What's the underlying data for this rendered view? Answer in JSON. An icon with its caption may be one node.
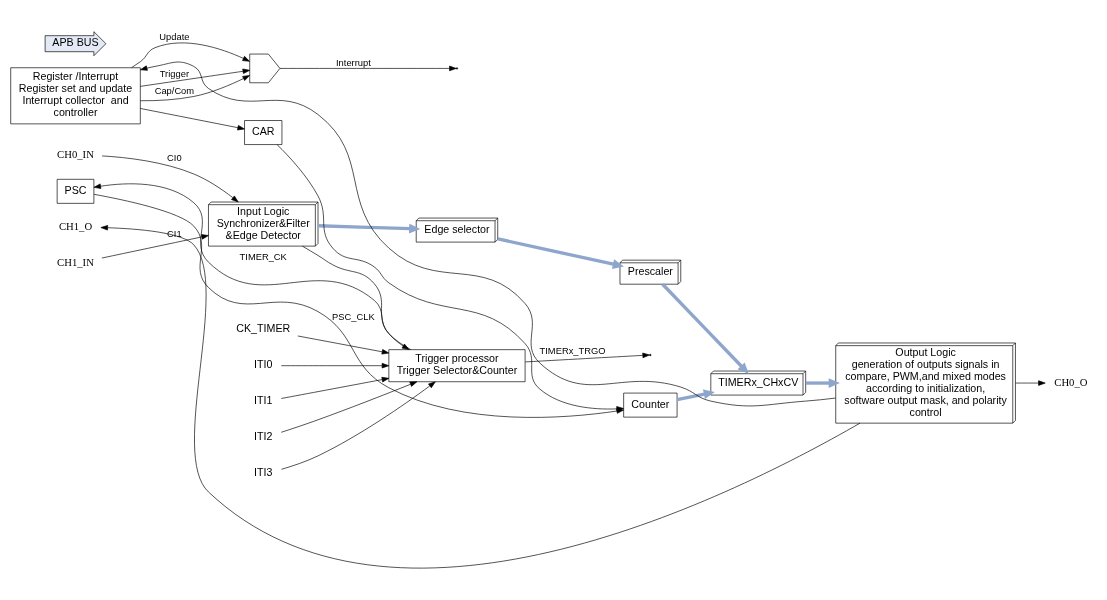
{
  "diagram": {
    "nodes": [
      {
        "text": [
          "CH0_IN"
        ]
      },
      {
        "text": [
          "CH1_IN"
        ]
      },
      {
        "text": [
          "Input Logic",
          "Synchronizer&Filter &Edge Detector"
        ]
      },
      {
        "text": [
          "Edge selector"
        ]
      },
      {
        "text": [
          "Prescaler"
        ]
      },
      {
        "text": [
          "ITI0"
        ]
      },
      {
        "text": [
          "ITI1"
        ]
      },
      {
        "text": [
          "ITI2"
        ]
      },
      {
        "text": [
          "ITI3"
        ]
      },
      {
        "text": [
          "CK_TIMER"
        ]
      },
      {
        "text": [
          "Counter"
        ]
      },
      {
        "text": [
          "TIMERx_CHxCV"
        ]
      },
      {
        "text": [
          "Trigger processor",
          "Trigger Selector&Counter"
        ]
      },
      {
        "text": [
          "PSC"
        ]
      },
      {
        "text": [
          "Output Logic",
          "generation of outputs signals in compare, PWM,and mixed modes according to initialization,  software output mask, and polarity control"
        ]
      },
      {
        "text": [
          "APB BUS"
        ]
      },
      {
        "text": [
          "Register /Interrupt",
          "Register set and update Interrupt collector  and controller"
        ]
      },
      {
        "text": [
          "CAR"
        ]
      },
      {
        "text": [],
        "shape": "gate"
      },
      {
        "text": [
          "CH0_O"
        ]
      },
      {
        "text": [
          "CH1_O"
        ]
      }
    ],
    "edges": [
      {
        "from": 0,
        "to": 2,
        "arrow": "to",
        "label": "CI0"
      },
      {
        "from": 1,
        "to": 2,
        "arrow": "to",
        "label": "CI1"
      },
      {
        "from": 2,
        "to": 3,
        "arrow": "to",
        "style": "thick",
        "color": "#8fa6cc"
      },
      {
        "from": 3,
        "to": 4,
        "arrow": "to",
        "style": "thick",
        "color": "#8fa6cc"
      },
      {
        "from": 4,
        "to": 11,
        "arrow": "to",
        "style": "thick",
        "color": "#8fa6cc"
      },
      {
        "from": 5,
        "to": 12,
        "arrow": "to"
      },
      {
        "from": 6,
        "to": 12,
        "arrow": "to"
      },
      {
        "from": 7,
        "to": 12,
        "arrow": "to"
      },
      {
        "from": 8,
        "to": 12,
        "arrow": "to"
      },
      {
        "from": 9,
        "to": 12,
        "arrow": "to"
      },
      {
        "from": 2,
        "to": 12,
        "arrow": "to"
      },
      {
        "from": 10,
        "to": 11,
        "arrow": "to",
        "style": "thick",
        "color": "#8fa6cc"
      },
      {
        "from": 12,
        "to": null,
        "arrow": "to",
        "label": "TIMERx_TRGO"
      },
      {
        "from": 12,
        "to": 13,
        "arrow": "to",
        "label": "TIMER_CK"
      },
      {
        "from": 13,
        "to": 10,
        "arrow": "to",
        "label": "PSC_CLK"
      },
      {
        "from": 11,
        "to": 14,
        "arrow": "to",
        "style": "thick",
        "color": "#8fa6cc"
      },
      {
        "from": 14,
        "to": 19,
        "arrow": "to"
      },
      {
        "from": 14,
        "to": 20,
        "arrow": "to"
      },
      {
        "from": 14,
        "to": 16,
        "arrow": "to"
      },
      {
        "from": 17,
        "to": 10,
        "arrow": "to"
      },
      {
        "from": 16,
        "to": 17,
        "arrow": "to"
      },
      {
        "from": 16,
        "to": 18,
        "arrow": "to",
        "label": "Update"
      },
      {
        "from": 16,
        "to": 18,
        "arrow": "to",
        "label": "Trigger"
      },
      {
        "from": 16,
        "to": 18,
        "arrow": "to",
        "label": "Cap/Com"
      },
      {
        "from": 18,
        "to": null,
        "arrow": "to",
        "label": "Interrupt"
      }
    ]
  }
}
